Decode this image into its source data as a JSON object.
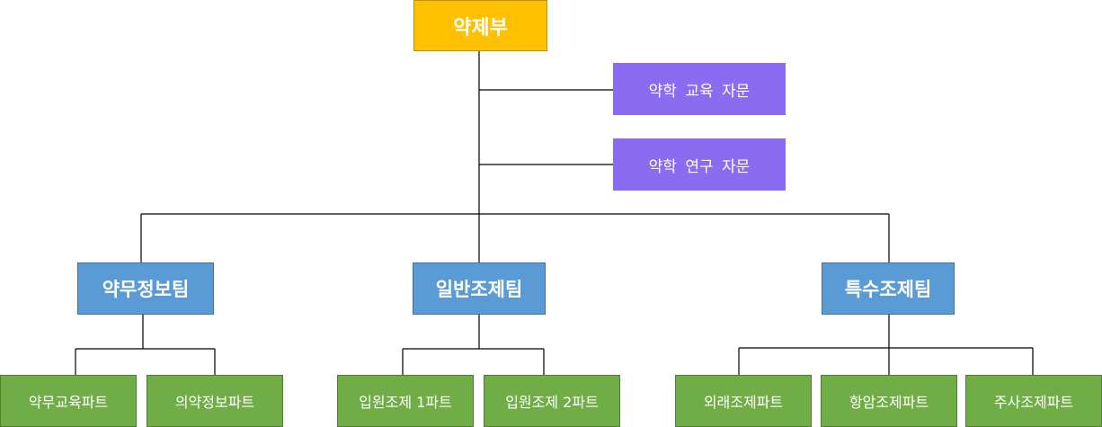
{
  "colors": {
    "root": "#ffc000",
    "advisory": "#8b6cf0",
    "team": "#5b9bd5",
    "part": "#70ad47",
    "line": "#000000"
  },
  "root": {
    "label": "약제부"
  },
  "advisory": [
    {
      "label": "약학 교육 자문"
    },
    {
      "label": "약학 연구 자문"
    }
  ],
  "teams": [
    {
      "label": "약무정보팀",
      "parts": [
        {
          "label": "약무교육파트"
        },
        {
          "label": "의약정보파트"
        }
      ]
    },
    {
      "label": "일반조제팀",
      "parts": [
        {
          "label": "입원조제 1파트"
        },
        {
          "label": "입원조제 2파트"
        }
      ]
    },
    {
      "label": "특수조제팀",
      "parts": [
        {
          "label": "외래조제파트"
        },
        {
          "label": "항암조제파트"
        },
        {
          "label": "주사조제파트"
        }
      ]
    }
  ]
}
